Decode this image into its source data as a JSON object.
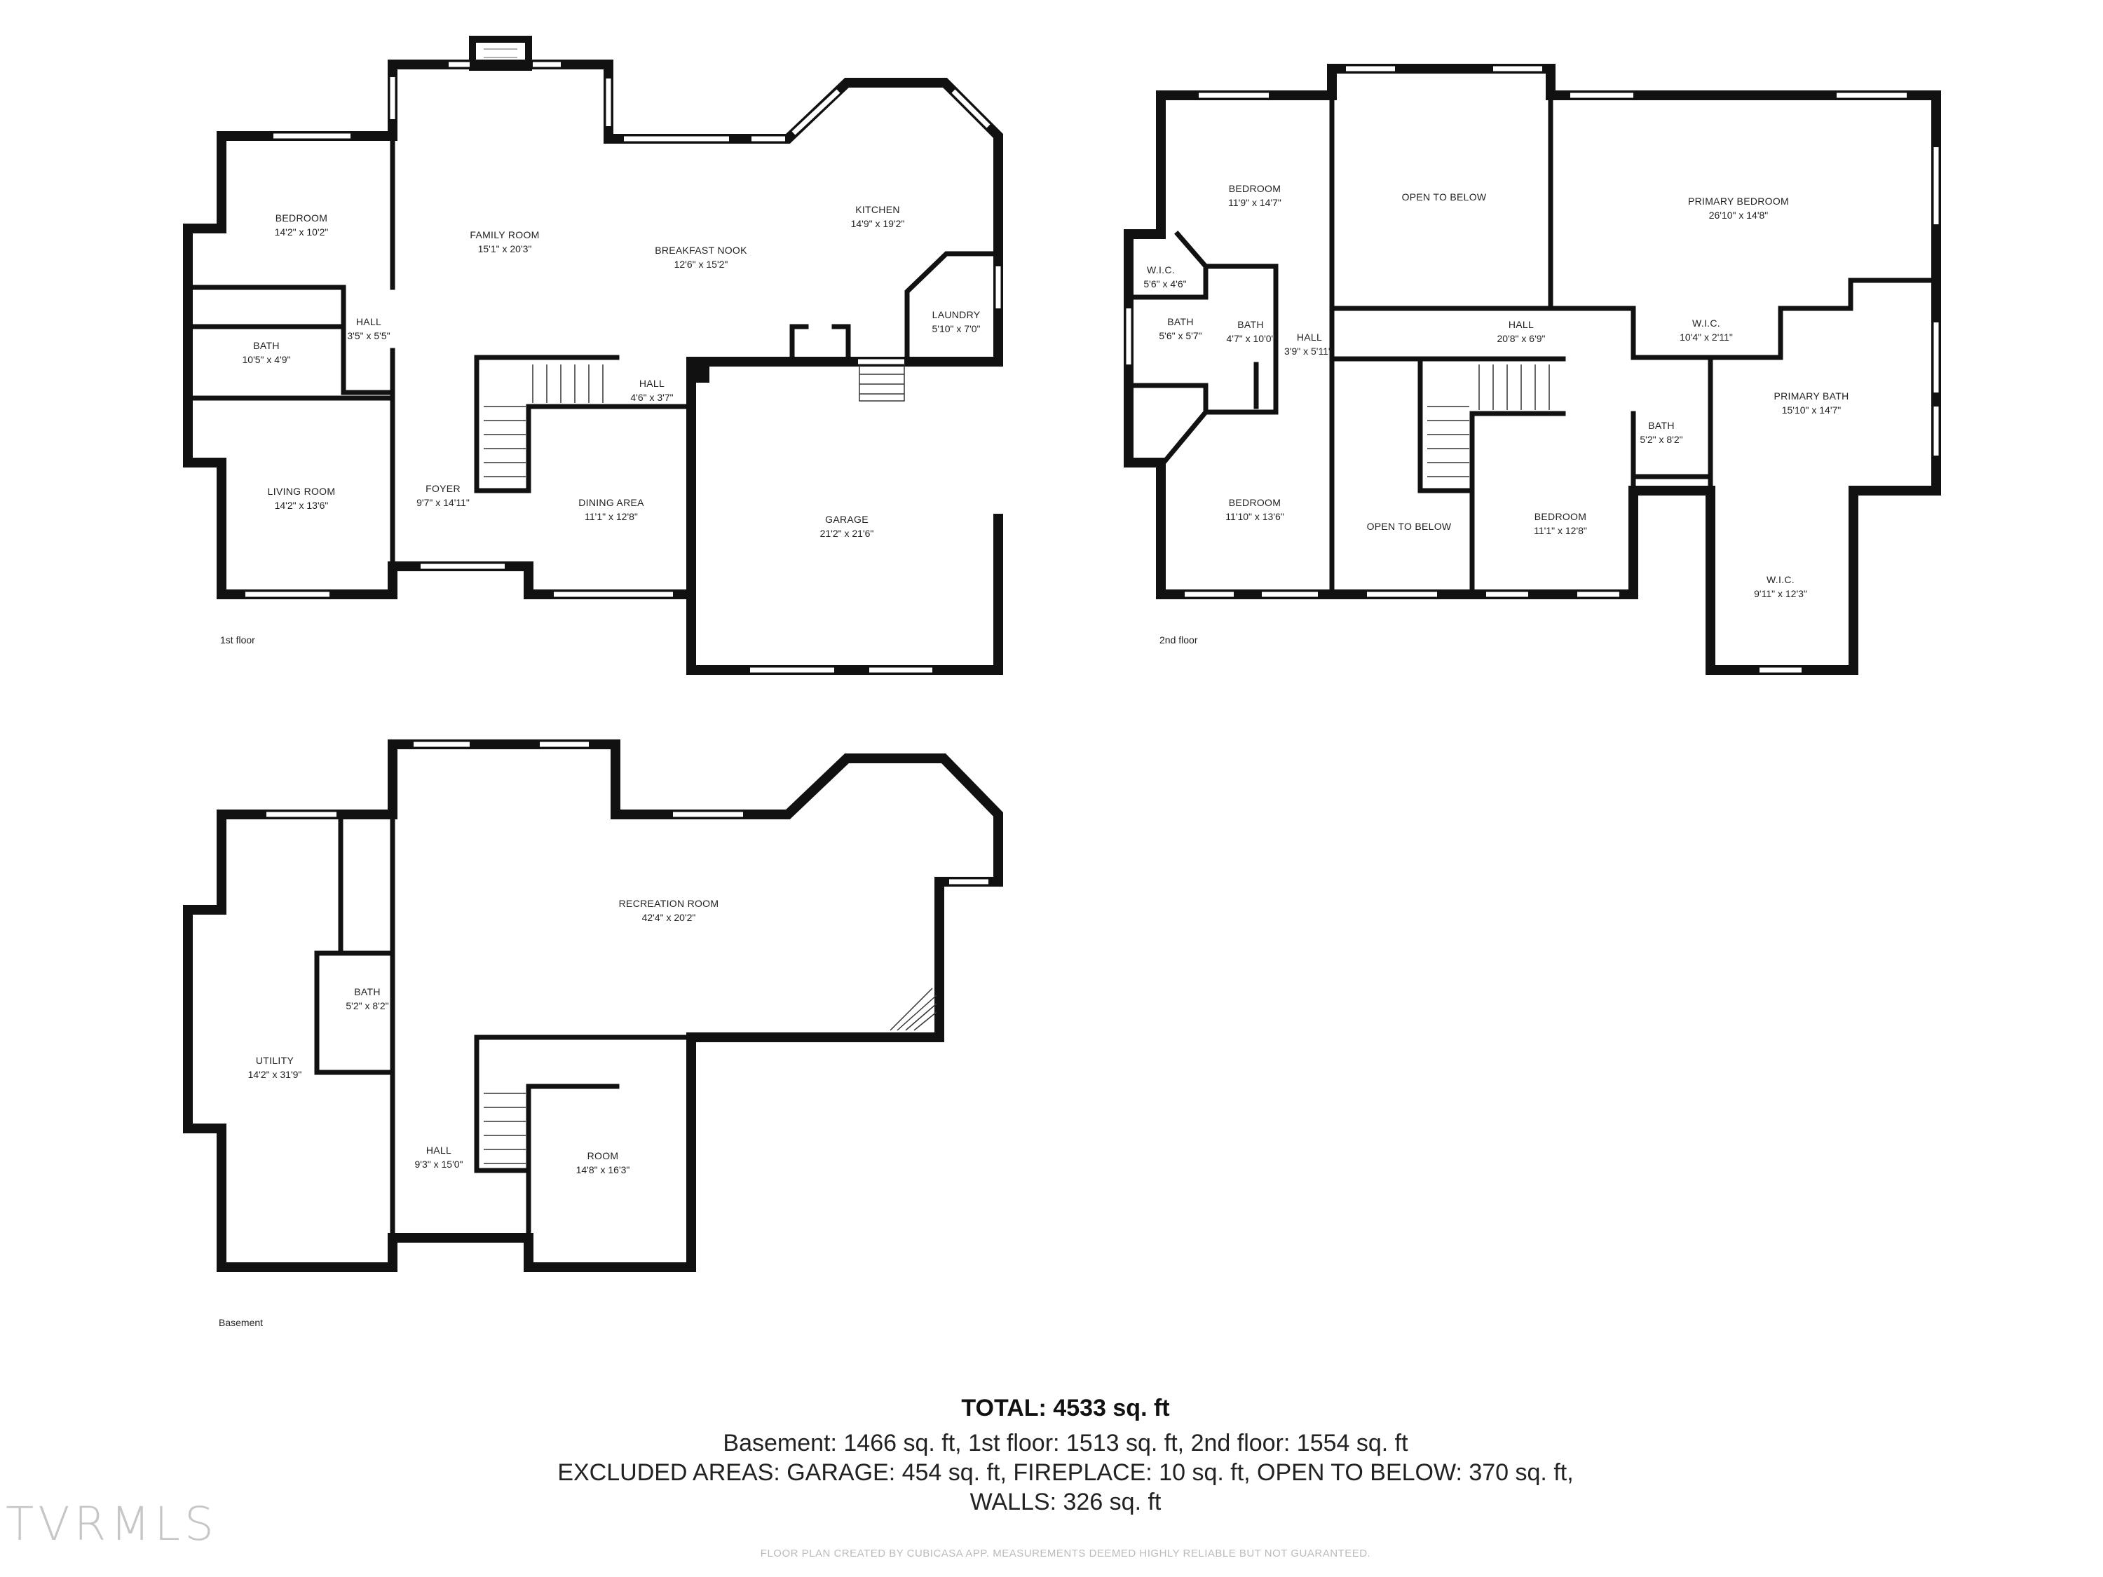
{
  "floors": {
    "first": {
      "label": "1st floor",
      "rooms": [
        {
          "name": "BEDROOM",
          "dims": "14'2\" x 10'2\""
        },
        {
          "name": "FAMILY ROOM",
          "dims": "15'1\" x 20'3\""
        },
        {
          "name": "BREAKFAST NOOK",
          "dims": "12'6\" x 15'2\""
        },
        {
          "name": "KITCHEN",
          "dims": "14'9\" x 19'2\""
        },
        {
          "name": "HALL",
          "dims": "3'5\" x 5'5\""
        },
        {
          "name": "BATH",
          "dims": "10'5\" x 4'9\""
        },
        {
          "name": "LAUNDRY",
          "dims": "5'10\" x 7'0\""
        },
        {
          "name": "HALL",
          "dims": "4'6\" x 3'7\""
        },
        {
          "name": "FOYER",
          "dims": "9'7\" x 14'11\""
        },
        {
          "name": "LIVING ROOM",
          "dims": "14'2\" x 13'6\""
        },
        {
          "name": "DINING AREA",
          "dims": "11'1\" x 12'8\""
        },
        {
          "name": "GARAGE",
          "dims": "21'2\" x 21'6\""
        }
      ]
    },
    "second": {
      "label": "2nd floor",
      "rooms": [
        {
          "name": "BEDROOM",
          "dims": "11'9\" x 14'7\""
        },
        {
          "name": "OPEN TO BELOW",
          "dims": ""
        },
        {
          "name": "PRIMARY BEDROOM",
          "dims": "26'10\" x 14'8\""
        },
        {
          "name": "W.I.C.",
          "dims": "5'6\" x 4'6\""
        },
        {
          "name": "BATH",
          "dims": "4'7\" x 10'0\""
        },
        {
          "name": "BATH",
          "dims": "5'6\" x 5'7\""
        },
        {
          "name": "HALL",
          "dims": "3'9\" x 5'11\""
        },
        {
          "name": "HALL",
          "dims": "20'8\" x 6'9\""
        },
        {
          "name": "W.I.C.",
          "dims": "10'4\" x 2'11\""
        },
        {
          "name": "PRIMARY BATH",
          "dims": "15'10\" x 14'7\""
        },
        {
          "name": "BATH",
          "dims": "5'2\" x 8'2\""
        },
        {
          "name": "BEDROOM",
          "dims": "11'10\" x 13'6\""
        },
        {
          "name": "OPEN TO BELOW",
          "dims": ""
        },
        {
          "name": "BEDROOM",
          "dims": "11'1\" x 12'8\""
        },
        {
          "name": "W.I.C.",
          "dims": "9'11\" x 12'3\""
        }
      ]
    },
    "basement": {
      "label": "Basement",
      "rooms": [
        {
          "name": "RECREATION ROOM",
          "dims": "42'4\" x 20'2\""
        },
        {
          "name": "BATH",
          "dims": "5'2\" x 8'2\""
        },
        {
          "name": "UTILITY",
          "dims": "14'2\" x 31'9\""
        },
        {
          "name": "HALL",
          "dims": "9'3\" x 15'0\""
        },
        {
          "name": "ROOM",
          "dims": "14'8\" x 16'3\""
        }
      ]
    }
  },
  "summary": {
    "total": "TOTAL: 4533 sq. ft",
    "line1": "Basement: 1466 sq. ft, 1st floor: 1513 sq. ft, 2nd floor: 1554 sq. ft",
    "line2": "EXCLUDED AREAS: GARAGE: 454 sq. ft, FIREPLACE: 10 sq. ft, OPEN TO BELOW: 370 sq. ft,",
    "line3": "WALLS: 326 sq. ft"
  },
  "credit": "FLOOR PLAN CREATED BY CUBICASA APP. MEASUREMENTS DEEMED HIGHLY RELIABLE BUT NOT GUARANTEED.",
  "logo": "TVRMLS"
}
